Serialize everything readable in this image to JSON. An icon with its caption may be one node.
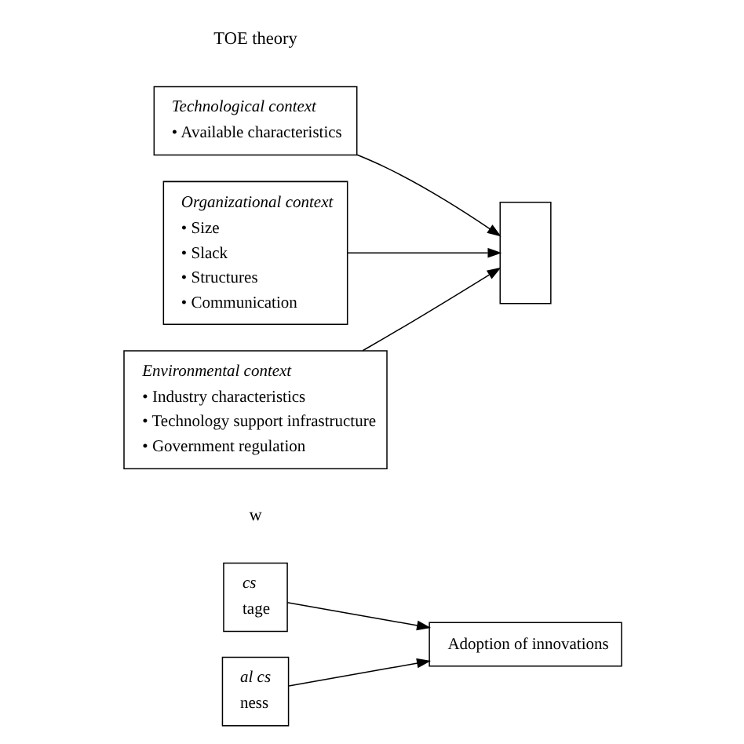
{
  "diagram": {
    "nodes": [
      {
        "text": [
          "cs",
          "tage"
        ]
      },
      {
        "text": [
          "al cs",
          "ness"
        ]
      },
      {
        "text": [
          "Adoption of innovations"
        ]
      },
      {
        "text": [
          "Technological context",
          "• Available characteristics"
        ]
      },
      {
        "text": [
          "Organizational context",
          "• Size",
          "• Slack",
          "• Structures",
          "• Communication"
        ]
      },
      {
        "text": [
          "Environmental context",
          "• Industry characteristics",
          "• Technology support infrastructure",
          "• Government regulation"
        ]
      },
      {
        "text": [],
        "shape": "box"
      }
    ],
    "edges": [
      {
        "from": 0,
        "to": 2,
        "arrow": "to"
      },
      {
        "from": 1,
        "to": 2,
        "arrow": "to"
      },
      {
        "from": 3,
        "to": 6,
        "arrow": "to"
      },
      {
        "from": 4,
        "to": 6,
        "arrow": "to"
      },
      {
        "from": 5,
        "to": 6,
        "arrow": "to"
      }
    ],
    "labels": [
      "w",
      "TOE theory"
    ]
  }
}
